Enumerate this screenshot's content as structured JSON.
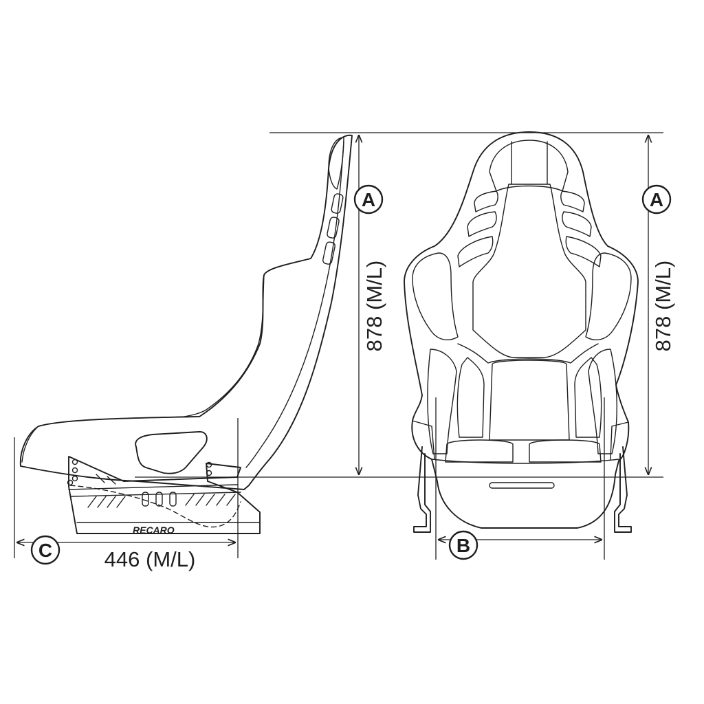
{
  "dimensions": {
    "height": {
      "marker": "A",
      "value": "878 (M/L)"
    },
    "width": {
      "marker": "B"
    },
    "depth": {
      "marker": "C",
      "value": "446 (M/L)"
    }
  },
  "brand_logo": "RECARO"
}
